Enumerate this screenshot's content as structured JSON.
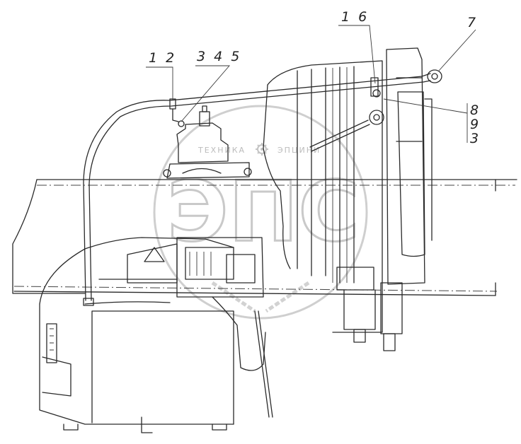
{
  "callouts": {
    "label_12": "1 2",
    "label_345": "3 4 5",
    "label_16": "1 6",
    "label_7": "7",
    "label_893": [
      "8",
      "9",
      "3"
    ]
  },
  "watermark": {
    "logo_text": "ЭПС",
    "left_word": "ТЕХНИКА",
    "right_word": "ЭПЦИНИ"
  },
  "colors": {
    "line": "#2a2a2a",
    "watermark": "#c9c9c9",
    "background": "#ffffff"
  }
}
